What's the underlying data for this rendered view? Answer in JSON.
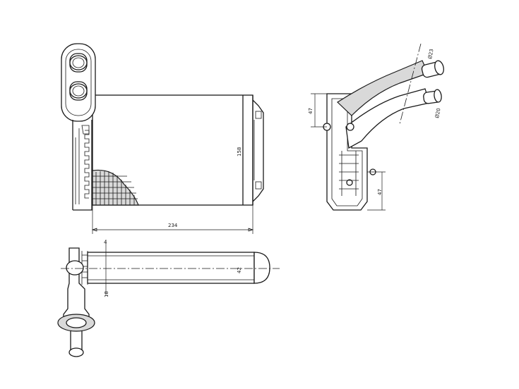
{
  "dimensions": {
    "width": "234",
    "height": "158",
    "depth": "42",
    "tube_spacing": "4",
    "fin_gap": "18",
    "side_top": "47",
    "side_bottom": "47",
    "pipe_upper": "Ø23",
    "pipe_lower": "Ø20"
  },
  "colors": {
    "line": "#1a1a1a",
    "fill": "#d9d9d9",
    "background": "#ffffff"
  }
}
